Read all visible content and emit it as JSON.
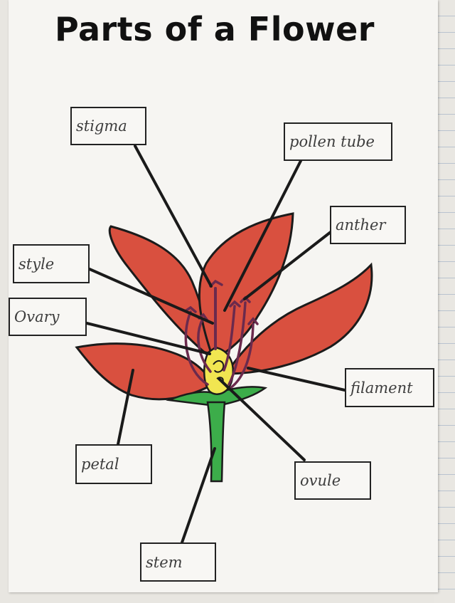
{
  "title": "Parts of a Flower",
  "labels": {
    "stigma": "stigma",
    "pollen_tube": "pollen tube",
    "anther": "anther",
    "style": "style",
    "ovary": "Ovary",
    "filament": "filament",
    "petal": "petal",
    "ovule": "ovule",
    "stem": "stem"
  },
  "colors": {
    "petal_fill": "#d9503f",
    "stem_fill": "#3cad4a",
    "ovary_fill": "#f1e651",
    "stamen_stroke": "#6b2a4d",
    "pointer_line": "#1a1a1a"
  }
}
